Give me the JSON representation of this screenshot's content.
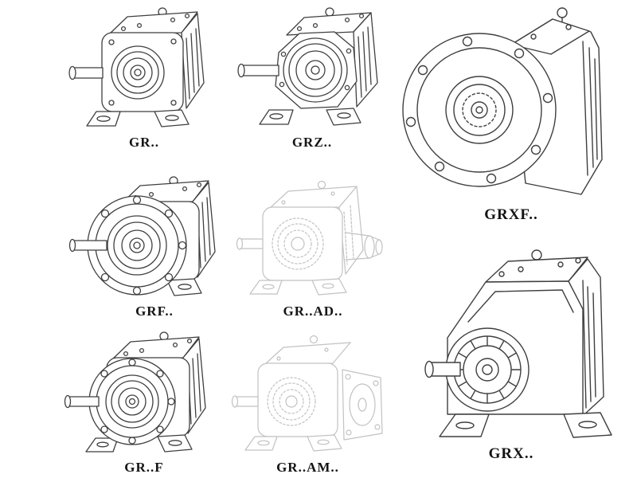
{
  "catalog": {
    "description": "Helical gear reducer product family line drawings",
    "items": [
      {
        "id": "gr",
        "label": "GR..",
        "style": "solid"
      },
      {
        "id": "grz",
        "label": "GRZ..",
        "style": "solid"
      },
      {
        "id": "grxf",
        "label": "GRXF..",
        "style": "solid"
      },
      {
        "id": "grf",
        "label": "GRF..",
        "style": "solid"
      },
      {
        "id": "grad",
        "label": "GR..AD..",
        "style": "ghost"
      },
      {
        "id": "grff",
        "label": "GR..F",
        "style": "solid"
      },
      {
        "id": "gram",
        "label": "GR..AM..",
        "style": "ghost"
      },
      {
        "id": "grx",
        "label": "GRX..",
        "style": "solid"
      }
    ]
  },
  "colors": {
    "background": "#ffffff",
    "line": "#3f3f3f",
    "ghost_line": "#c2c2c2",
    "label_text": "#141414"
  }
}
